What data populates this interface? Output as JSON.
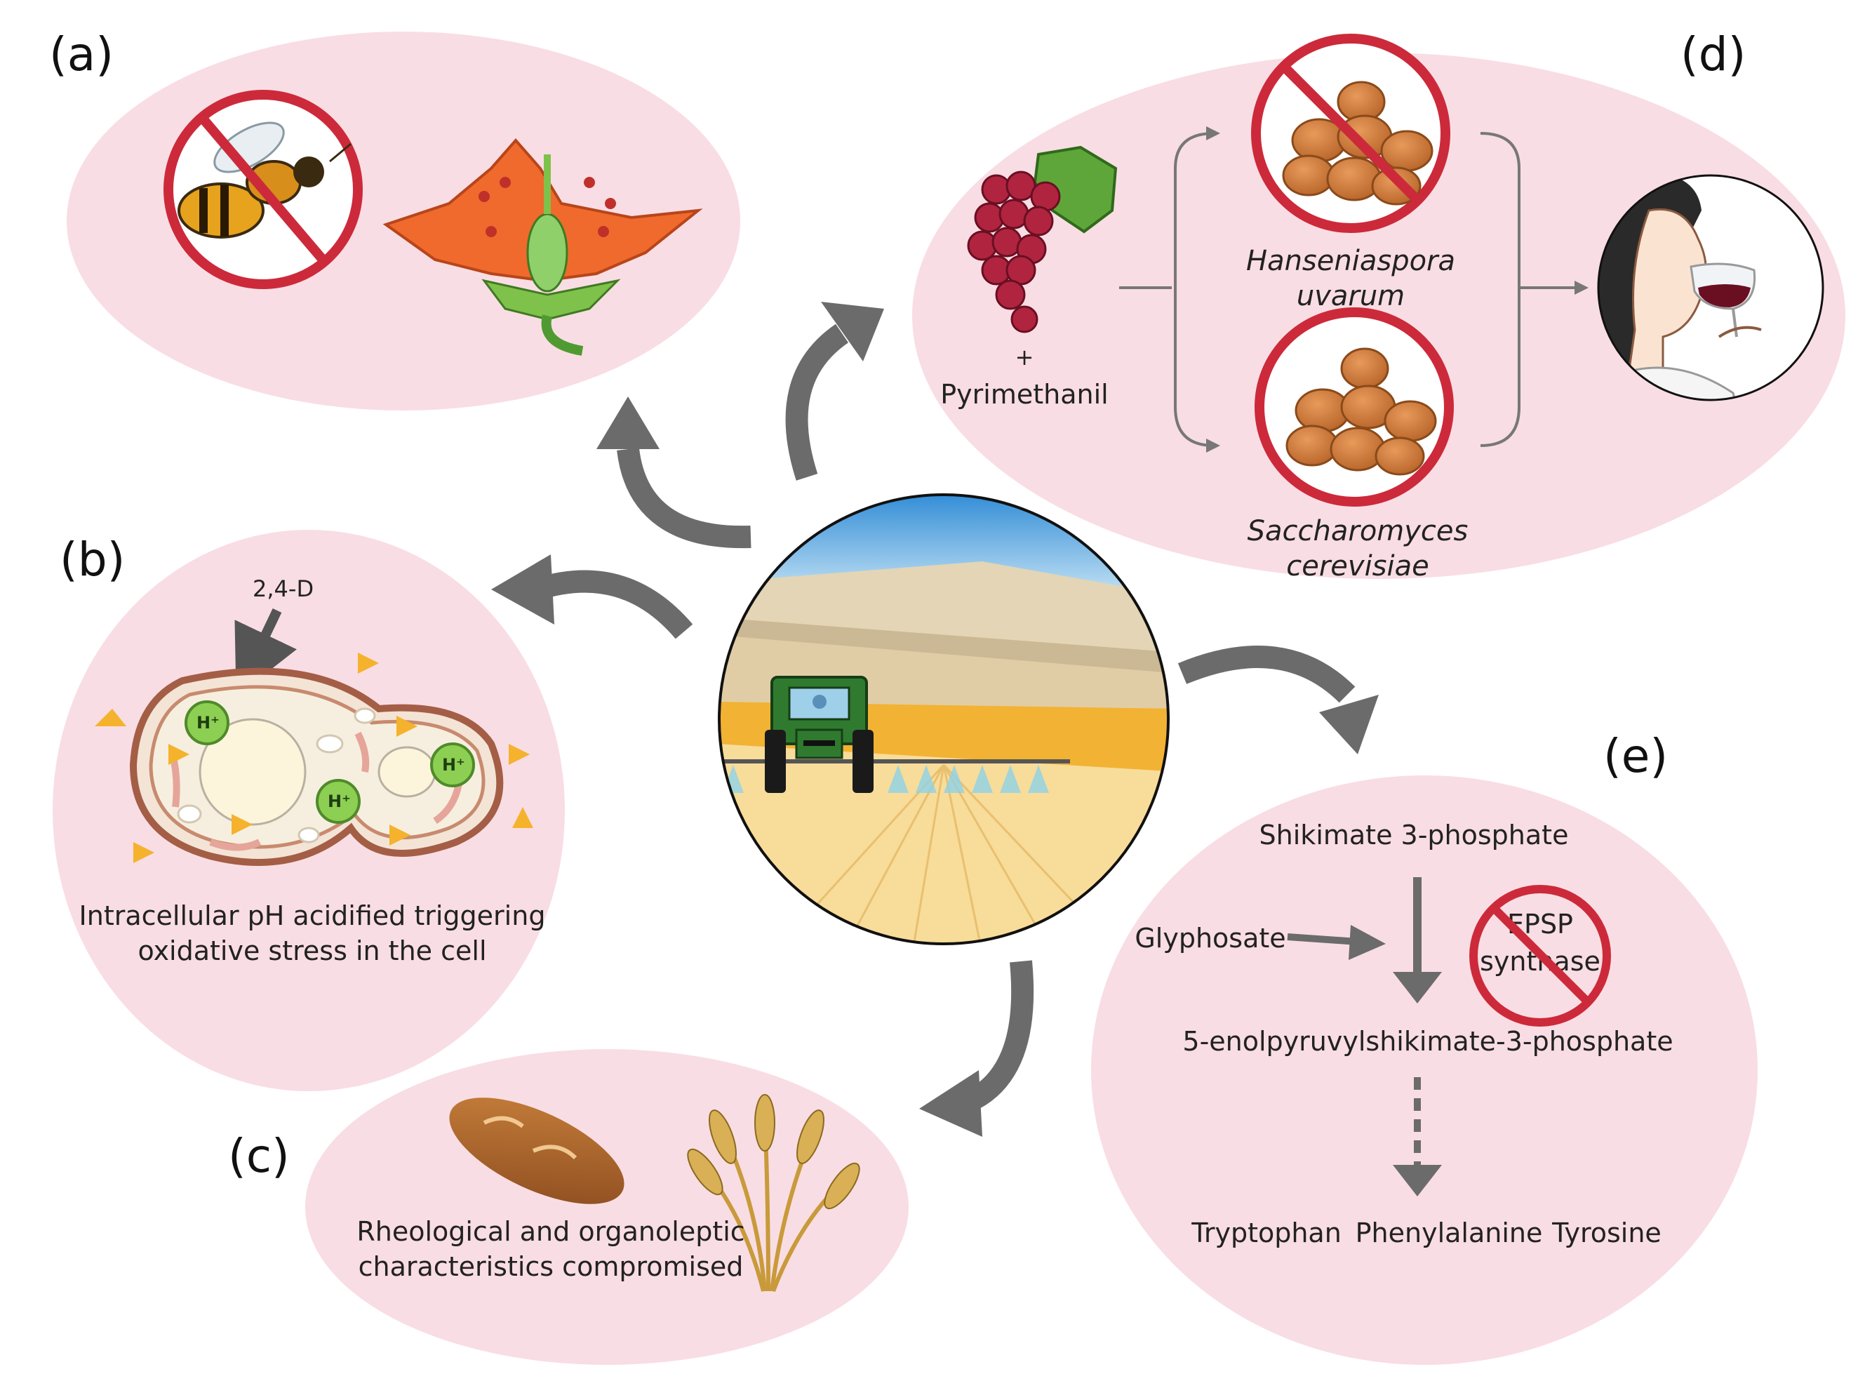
{
  "colors": {
    "panel_fill": "#f9dde4",
    "arrow_gray": "#6b6b6b",
    "prohibition_red": "#cc2a3a",
    "sky_blue": "#4aa3e0",
    "field_yellow": "#f2b233",
    "tractor_green": "#2f7a2f"
  },
  "panels": {
    "a": {
      "letter": "(a)",
      "icons": [
        "no-bee-icon",
        "flower-icon"
      ]
    },
    "b": {
      "letter": "(b)",
      "compound": "2,4-D",
      "proton": "H⁺",
      "caption_line1": "Intracellular pH acidified triggering",
      "caption_line2": "oxidative stress in the cell"
    },
    "c": {
      "letter": "(c)",
      "caption_line1": "Rheological and organoleptic",
      "caption_line2": "characteristics compromised",
      "icons": [
        "bread-icon",
        "wheat-icon"
      ]
    },
    "d": {
      "letter": "(d)",
      "plus": "+",
      "compound": "Pyrimethanil",
      "yeast1_line1": "Hanseniaspora",
      "yeast1_line2": "uvarum",
      "yeast2_line1": "Saccharomyces",
      "yeast2_line2": "cerevisiae",
      "icons": [
        "grape-icon",
        "yeast-icon",
        "wine-drinker-icon"
      ]
    },
    "e": {
      "letter": "(e)",
      "substrate": "Shikimate 3-phosphate",
      "inhibitor": "Glyphosate",
      "enzyme_line1": "EPSP",
      "enzyme_line2": "synthase",
      "product": "5-enolpyruvylshikimate-3-phosphate",
      "amino_acids": [
        "Tryptophan",
        "Phenylalanine",
        "Tyrosine"
      ]
    }
  },
  "center": {
    "icons": [
      "tractor-sprayer-icon",
      "farm-field-icon"
    ]
  }
}
